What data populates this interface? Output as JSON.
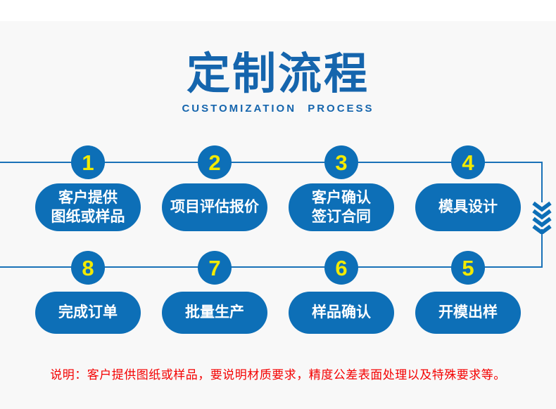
{
  "page": {
    "background_color": "#f8f8f8",
    "top_band_color": "#ffffff"
  },
  "colors": {
    "title_blue": "#1565ad",
    "shape_blue": "#0d6fb7",
    "line_blue": "#1a72b8",
    "number_yellow": "#f2ea00",
    "pill_text_white": "#ffffff",
    "note_red": "#f40000"
  },
  "header": {
    "title": "定制流程",
    "subtitle": "CUSTOMIZATION PROCESS"
  },
  "flow": {
    "connector": {
      "shape": "horizontal line row 1 -> right vertical drop with chevrons -> horizontal line row 2",
      "arrow_icon": "chevrons-down",
      "chevron_count": 4
    },
    "rows": [
      {
        "steps": [
          {
            "number": "1",
            "label": "客户提供\n图纸或样品"
          },
          {
            "number": "2",
            "label": "项目评估报价"
          },
          {
            "number": "3",
            "label": "客户确认\n签订合同"
          },
          {
            "number": "4",
            "label": "模具设计"
          }
        ]
      },
      {
        "steps": [
          {
            "number": "8",
            "label": "完成订单"
          },
          {
            "number": "7",
            "label": "批量生产"
          },
          {
            "number": "6",
            "label": "样品确认"
          },
          {
            "number": "5",
            "label": "开模出样"
          }
        ]
      }
    ]
  },
  "note": {
    "text": "说明：客户提供图纸或样品，要说明材质要求，精度公差表面处理以及特殊要求等。"
  }
}
